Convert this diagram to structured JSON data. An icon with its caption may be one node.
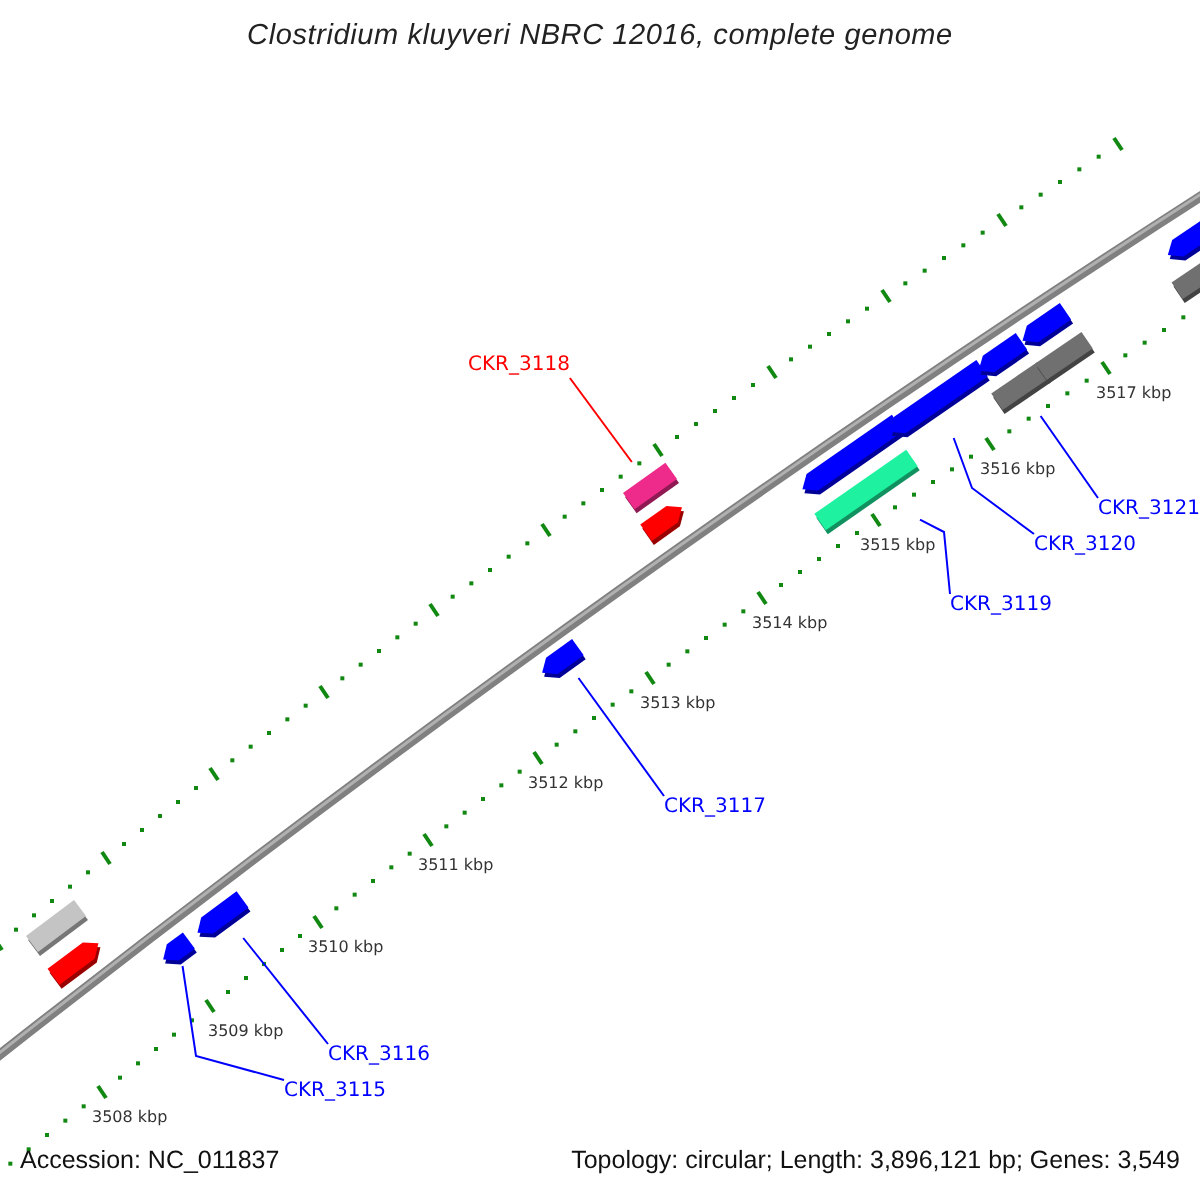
{
  "diagram": {
    "title": "Clostridium kluyveri NBRC 12016, complete genome",
    "nodes": [
      {
        "text": [
          "CKR_3118"
        ]
      },
      {
        "text": [
          "CKR_3121"
        ]
      },
      {
        "text": [
          "CKR_3120"
        ]
      },
      {
        "text": [
          "CKR_3119"
        ]
      },
      {
        "text": [
          "CKR_3117"
        ]
      },
      {
        "text": [
          "CKR_3116"
        ]
      },
      {
        "text": [
          "CKR_3115"
        ]
      },
      {
        "text": [],
        "shape": "box"
      },
      {
        "text": [],
        "shape": "pentagon"
      },
      {
        "text": [],
        "shape": "pentagon"
      },
      {
        "text": [],
        "shape": "pentagon"
      },
      {
        "text": [],
        "shape": "pentagon"
      },
      {
        "text": [],
        "shape": "box"
      },
      {
        "text": [],
        "shape": "pentagon"
      },
      {
        "text": [],
        "shape": "pentagon"
      },
      {
        "text": [],
        "shape": "box"
      },
      {
        "text": [],
        "shape": "pentagon"
      },
      {
        "text": [],
        "shape": "pentagon"
      },
      {
        "text": [],
        "shape": "box"
      },
      {
        "text": [],
        "shape": "pentagon"
      },
      {
        "text": [],
        "shape": "box"
      },
      {
        "text": [],
        "shape": "pentagon"
      },
      {
        "text": [],
        "shape": "box"
      }
    ],
    "edges": [
      {
        "from": 0,
        "to": 12,
        "arrow": "none",
        "color": "#ff0000"
      },
      {
        "from": 1,
        "to": 18,
        "arrow": "none"
      },
      {
        "from": 2,
        "to": 16,
        "arrow": "none"
      },
      {
        "from": 3,
        "to": 15,
        "arrow": "none"
      },
      {
        "from": 4,
        "to": 11,
        "arrow": "none"
      },
      {
        "from": 5,
        "to": 10,
        "arrow": "none"
      },
      {
        "from": 6,
        "to": 9,
        "arrow": "none"
      }
    ],
    "labels": [
      "3508 kbp",
      "3509 kbp",
      "3510 kbp",
      "3511 kbp",
      "3512 kbp",
      "3513 kbp",
      "3514 kbp",
      "3515 kbp",
      "3516 kbp",
      "3517 kbp",
      "Accession: NC_011837",
      "Topology: circular; Length: 3,896,121 bp; Genes: 3,549"
    ]
  }
}
